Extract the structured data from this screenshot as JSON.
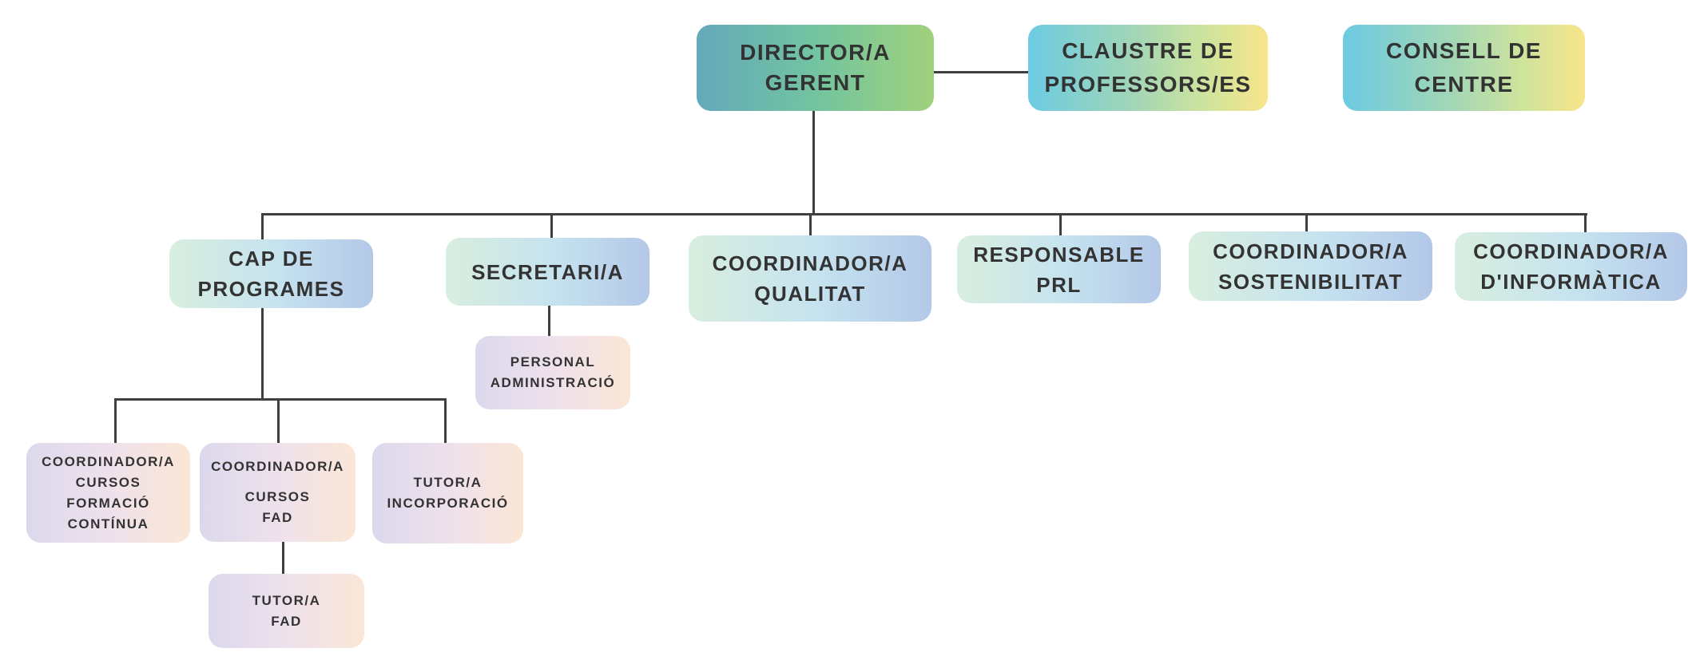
{
  "chart": {
    "top": {
      "director": [
        "DIRECTOR/A",
        "GERENT"
      ],
      "claustre": [
        "CLAUSTRE DE",
        "PROFESSORS/ES"
      ],
      "consell": [
        "CONSELL DE",
        "CENTRE"
      ]
    },
    "level2": {
      "cap_programes": [
        "CAP DE",
        "PROGRAMES"
      ],
      "secretari": [
        "SECRETARI/A"
      ],
      "qualitat": [
        "COORDINADOR/A",
        "QUALITAT"
      ],
      "prl": [
        "RESPONSABLE",
        "PRL"
      ],
      "sostenibilitat": [
        "COORDINADOR/A",
        "SOSTENIBILITAT"
      ],
      "informatica": [
        "COORDINADOR/A",
        "D'INFORMÀTICA"
      ]
    },
    "level3": {
      "personal_admin": [
        "PERSONAL",
        "ADMINISTRACIÓ"
      ],
      "coord_formacio": [
        "COORDINADOR/A",
        "CURSOS",
        "FORMACIÓ",
        "CONTÍNUA"
      ],
      "coord_fad": [
        "COORDINADOR/A",
        "CURSOS",
        "FAD"
      ],
      "tutor_incorporacio": [
        "TUTOR/A",
        "INCORPORACIÓ"
      ],
      "tutor_fad": [
        "TUTOR/A",
        "FAD"
      ]
    }
  },
  "colors": {
    "line": "#3f3f3f",
    "text": "#333333",
    "director_gradient": [
      "#64a9bb",
      "#a0d17c"
    ],
    "side_gradient": [
      "#6ccbe2",
      "#f7e58a"
    ],
    "level2_gradient": [
      "#d8eedf",
      "#b3c8e8"
    ],
    "level3_gradient": [
      "#dcd8ec",
      "#fbe6d6"
    ]
  }
}
